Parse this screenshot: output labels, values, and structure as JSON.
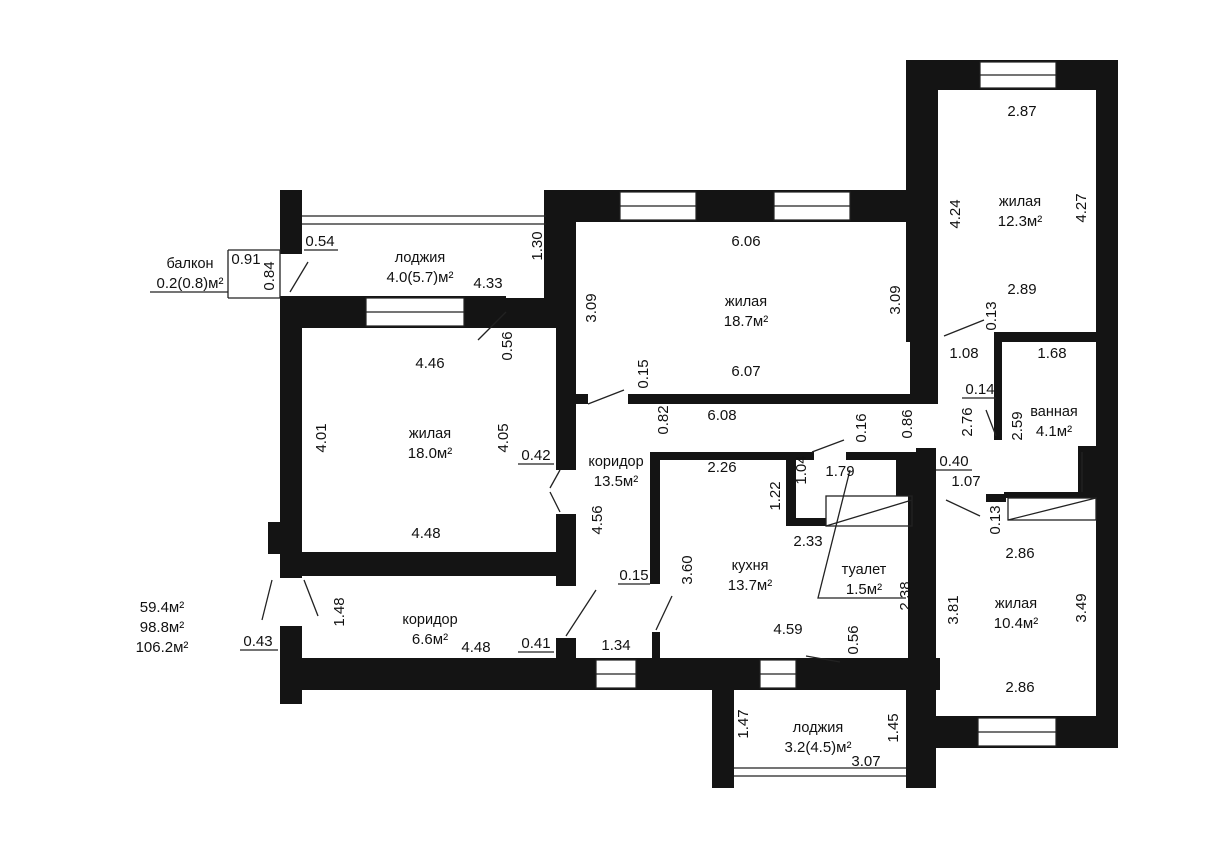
{
  "totals": [
    "59.4м²",
    "98.8м²",
    "106.2м²"
  ],
  "rooms": [
    {
      "name": "балкон",
      "area": "0.2(0.8)м²"
    },
    {
      "name": "лоджия",
      "area": "4.0(5.7)м²"
    },
    {
      "name": "жилая",
      "area": "18.7м²"
    },
    {
      "name": "жилая",
      "area": "12.3м²"
    },
    {
      "name": "жилая",
      "area": "18.0м²"
    },
    {
      "name": "коридор",
      "area": "13.5м²"
    },
    {
      "name": "ванная",
      "area": "4.1м²"
    },
    {
      "name": "кухня",
      "area": "13.7м²"
    },
    {
      "name": "туалет",
      "area": "1.5м²"
    },
    {
      "name": "жилая",
      "area": "10.4м²"
    },
    {
      "name": "коридор",
      "area": "6.6м²"
    },
    {
      "name": "лоджия",
      "area": "3.2(4.5)м²"
    }
  ],
  "dims": [
    "2.87",
    "4.24",
    "4.27",
    "2.89",
    "0.13",
    "1.08",
    "1.68",
    "0.14",
    "2.76",
    "2.59",
    "1.07",
    "0.13",
    "2.86",
    "3.81",
    "3.49",
    "2.86",
    "6.06",
    "3.09",
    "3.09",
    "6.07",
    "0.15",
    "6.08",
    "0.82",
    "0.86",
    "0.16",
    "0.40",
    "1.30",
    "0.54",
    "0.91",
    "0.84",
    "4.33",
    "0.56",
    "4.46",
    "4.01",
    "4.05",
    "0.42",
    "4.48",
    "4.56",
    "2.26",
    "1.04",
    "1.79",
    "1.22",
    "2.33",
    "3.60",
    "0.15",
    "2.38",
    "4.59",
    "0.56",
    "0.43",
    "1.48",
    "4.48",
    "0.41",
    "1.34",
    "1.47",
    "3.07",
    "1.45"
  ]
}
